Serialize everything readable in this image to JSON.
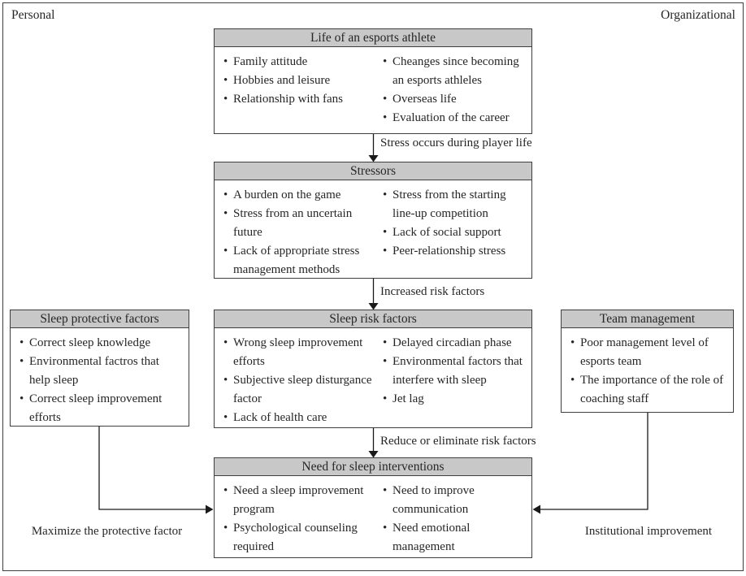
{
  "frame": {
    "personal_label": "Personal",
    "organizational_label": "Organizational"
  },
  "boxes": {
    "life": {
      "title": "Life of an esports athlete",
      "col1": [
        "Family attitude",
        "Hobbies and leisure",
        "Relationship with fans"
      ],
      "col2": [
        "Cheanges since becoming an esports athleles",
        "Overseas life",
        "Evaluation of the career"
      ]
    },
    "stressors": {
      "title": "Stressors",
      "col1": [
        "A burden on the game",
        "Stress from an uncertain future",
        "Lack of appropriate stress management methods"
      ],
      "col2": [
        "Stress from the starting line-up competition",
        "Lack of social support",
        "Peer-relationship stress"
      ]
    },
    "protective": {
      "title": "Sleep protective factors",
      "items": [
        "Correct sleep knowledge",
        "Environmental factros that help sleep",
        "Correct sleep improvement efforts"
      ]
    },
    "risk": {
      "title": "Sleep risk factors",
      "col1": [
        "Wrong sleep improvement efforts",
        "Subjective sleep disturgance factor",
        "Lack of health care"
      ],
      "col2": [
        "Delayed circadian phase",
        "Environmental factors that interfere with sleep",
        "Jet lag"
      ]
    },
    "team": {
      "title": "Team management",
      "items": [
        "Poor management level of esports team",
        "The importance of the role of coaching staff"
      ]
    },
    "interventions": {
      "title": "Need for sleep interventions",
      "col1": [
        "Need a sleep improvement program",
        "Psychological counseling required"
      ],
      "col2": [
        "Need to improve communication",
        "Need emotional management"
      ]
    }
  },
  "arrow_labels": {
    "stress_occurs": "Stress occurs during player life",
    "increased_risk": "Increased risk factors",
    "reduce_risk": "Reduce or eliminate risk factors",
    "maximize_protective": "Maximize the protective factor",
    "institutional": "Institutional improvement"
  },
  "colors": {
    "header_fill": "#c8c8c8",
    "border": "#3e3e3e",
    "line": "#1a1a1a",
    "text": "#262626",
    "background": "#ffffff"
  }
}
